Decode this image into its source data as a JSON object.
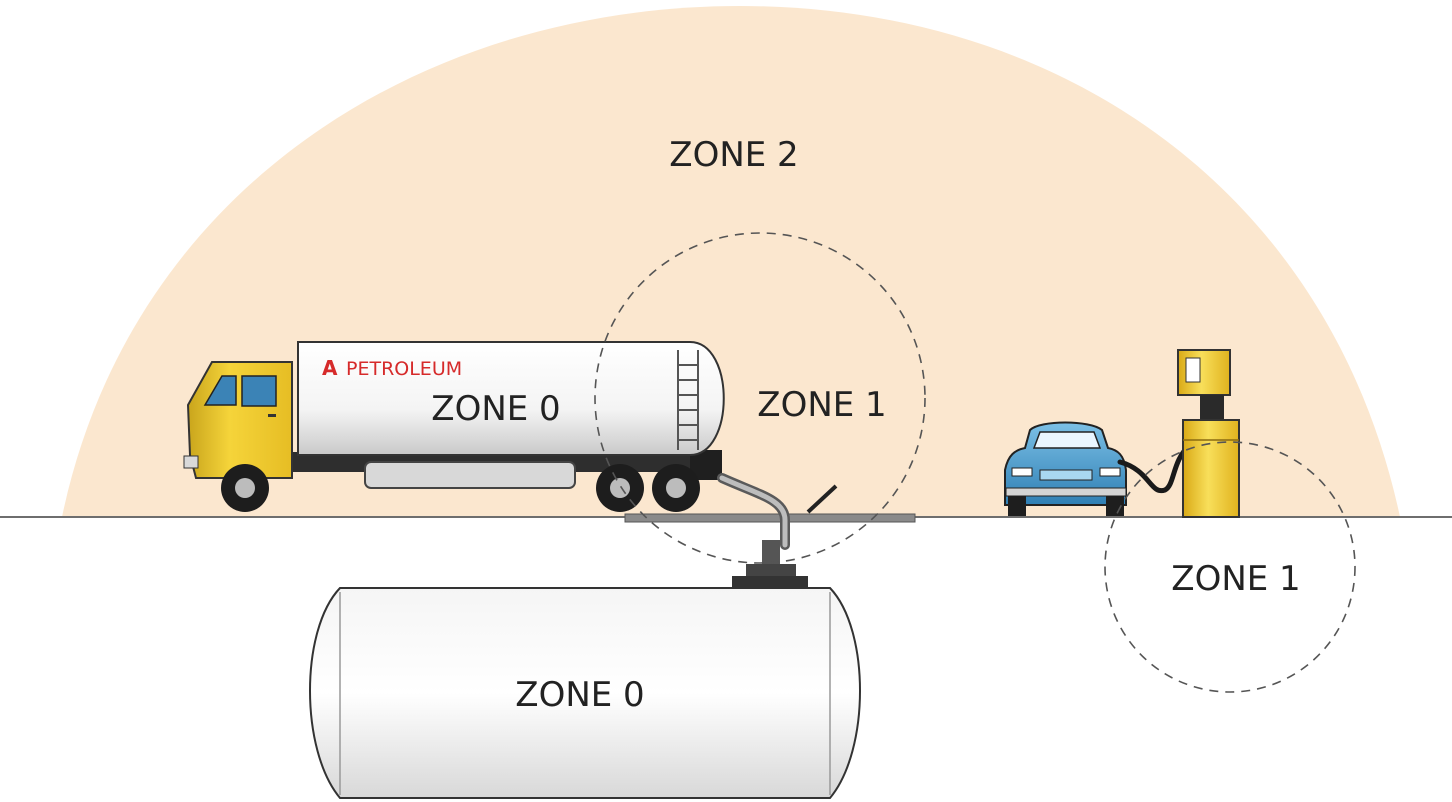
{
  "zones": {
    "zone2_label": "ZONE 2",
    "tanker_zone0_label": "ZONE 0",
    "fill_zone1_label": "ZONE 1",
    "pump_zone1_label": "ZONE 1",
    "underground_zone0_label": "ZONE 0"
  },
  "tanker": {
    "brand_mark": "A",
    "brand_name": "PETROLEUM"
  },
  "colors": {
    "zone2_fill": "#fbe7cf",
    "truck_cab": "#f2cc2c",
    "brand_red": "#d62a2a",
    "car_body": "#3f9ad0",
    "pump_body": "#f0c83a",
    "ground_line": "#6e6e6e",
    "outline": "#222222"
  }
}
